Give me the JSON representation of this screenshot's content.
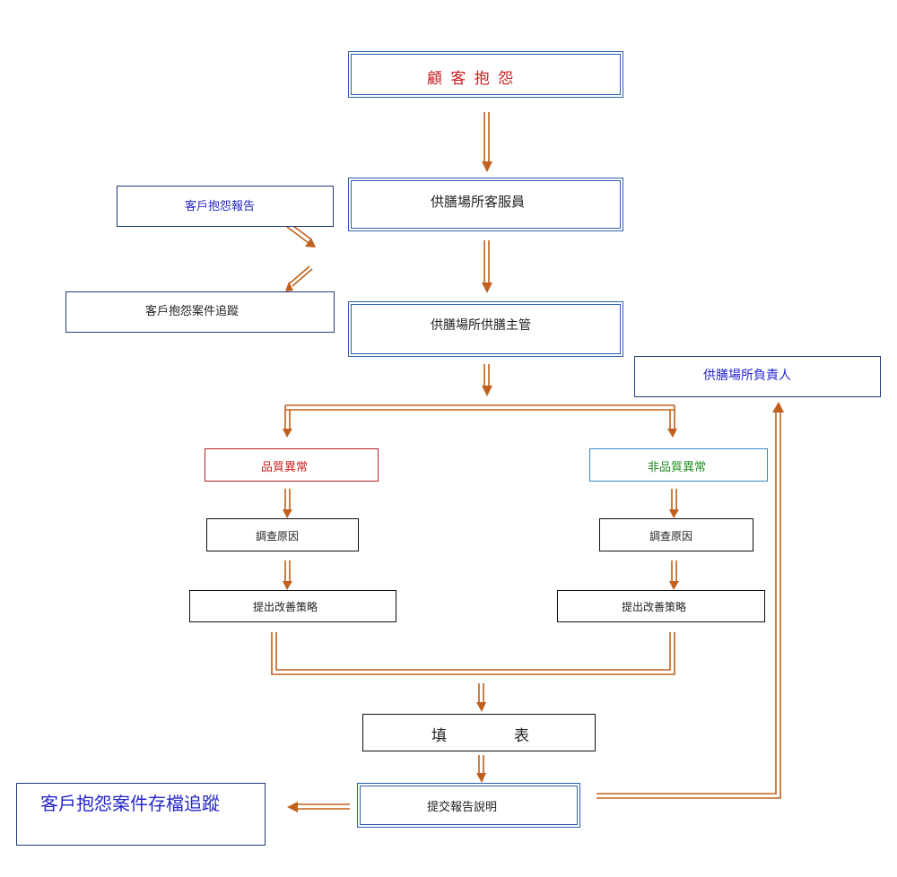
{
  "nodes": {
    "complaint": "顧 客 抱 怨",
    "customer_service": "供膳場所客服員",
    "complaint_report": "客戶抱怨報告",
    "case_tracking": "客戶抱怨案件追蹤",
    "catering_supervisor": "供膳場所供膳主管",
    "person_in_charge": "供膳場所負責人",
    "quality_abnormal": "品質異常",
    "non_quality_abnormal": "非品質異常",
    "investigate_left": "調查原因",
    "investigate_right": "調查原因",
    "improve_left": "提出改善策略",
    "improve_right": "提出改善策略",
    "fill_form_1": "填",
    "fill_form_2": "表",
    "submit_report": "提交報告說明",
    "archive_tracking": "客戶抱怨案件存檔追蹤"
  },
  "colors": {
    "arrow": "#c0601c",
    "box_border": "#2e5fb0",
    "red_text": "#c81e1e",
    "blue_text": "#2626c8",
    "green_text": "#1e8c1e",
    "black_text": "#222222"
  }
}
